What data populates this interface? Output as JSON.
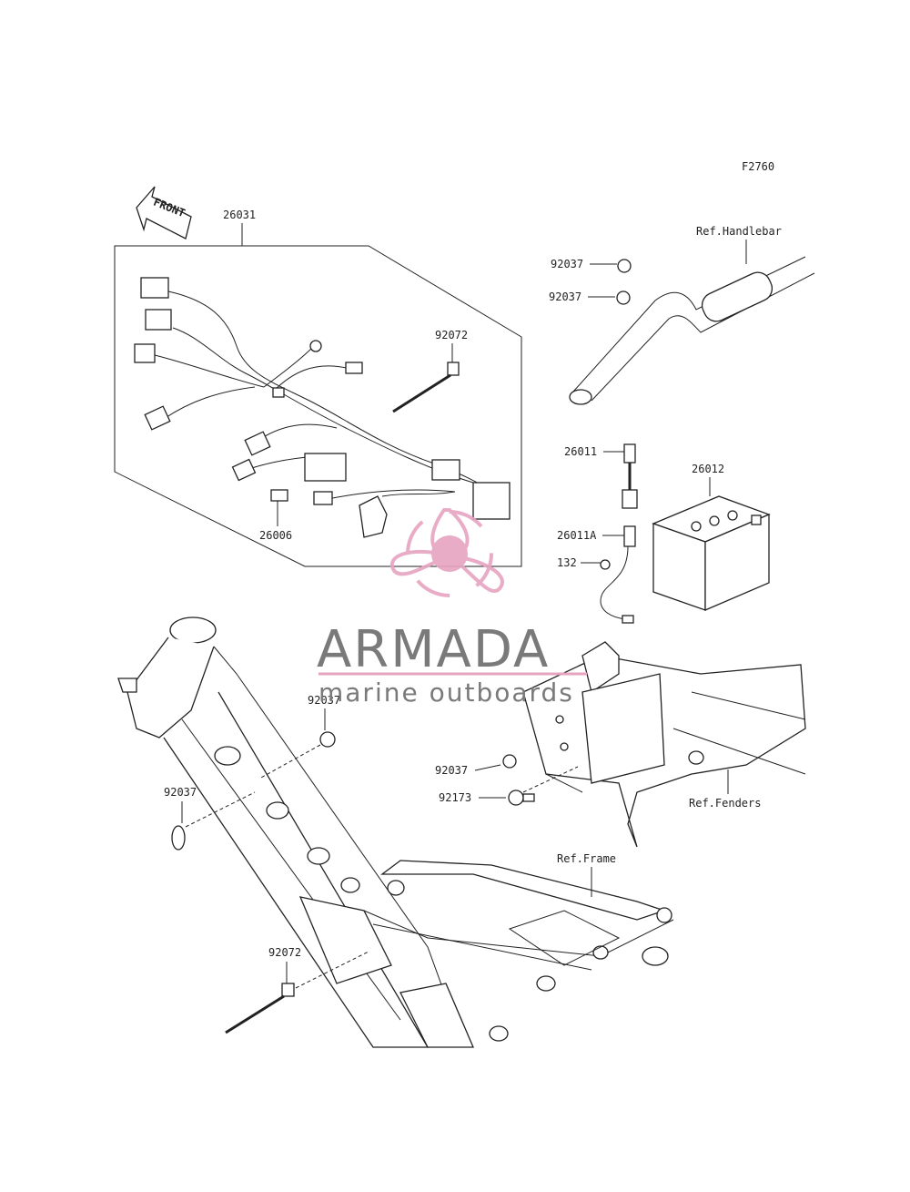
{
  "diagram_code": "F2760",
  "front_arrow_label": "FRONT",
  "callouts": {
    "harness": "26031",
    "band_top": "92072",
    "fuse": "26006",
    "clamp_handlebar_1": "92037",
    "clamp_handlebar_2": "92037",
    "lead_battery_pos": "26011",
    "battery": "26012",
    "lead_battery_neg": "26011A",
    "bolt": "132",
    "clamp_frame_1": "92037",
    "clamp_frame_2": "92037",
    "clamp_fender": "92037",
    "holder": "92173",
    "band_bottom": "92072"
  },
  "refs": {
    "handlebar": "Ref.Handlebar",
    "fenders": "Ref.Fenders",
    "frame": "Ref.Frame"
  },
  "watermark": {
    "brand": "ARMADA",
    "tagline": "marine outboards",
    "accent_color": "#e7a4c1",
    "text_color": "#7a7a7a"
  }
}
